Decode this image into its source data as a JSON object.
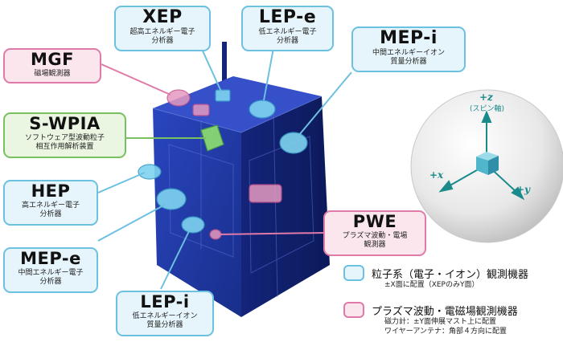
{
  "instruments": {
    "xep": {
      "title": "XEP",
      "line1": "超高エネルギー電子",
      "line2": "分析器"
    },
    "lepe": {
      "title": "LEP-e",
      "line1": "低エネルギー電子",
      "line2": "分析器"
    },
    "mepi": {
      "title": "MEP-i",
      "line1": "中間エネルギーイオン",
      "line2": "質量分析器"
    },
    "mgf": {
      "title": "MGF",
      "line1": "磁場観測器"
    },
    "swpia": {
      "title": "S-WPIA",
      "line1": "ソフトウェア型波動粒子",
      "line2": "相互作用解析装置"
    },
    "hep": {
      "title": "HEP",
      "line1": "高エネルギー電子",
      "line2": "分析器"
    },
    "mepe": {
      "title": "MEP-e",
      "line1": "中間エネルギー電子",
      "line2": "分析器"
    },
    "lepi": {
      "title": "LEP-i",
      "line1": "低エネルギーイオン",
      "line2": "質量分析器"
    },
    "pwe": {
      "title": "PWE",
      "line1": "プラズマ波動・電場",
      "line2": "観測器"
    }
  },
  "axes": {
    "z": "+z",
    "z_note": "(スピン軸)",
    "x": "+x",
    "y": "+y"
  },
  "legend": {
    "particle": {
      "title": "粒子系（電子・イオン）観測機器",
      "note1": "±X面に配置（XEPのみY面）"
    },
    "wave": {
      "title": "プラズマ波動・電磁場観測機器",
      "note1": "磁力計：±Y面伸展マスト上に配置",
      "note2": "ワイヤーアンテナ：角部４方向に配置"
    }
  },
  "colors": {
    "particle": "#6cc0e0",
    "wave": "#e07aa8",
    "swpia": "#78c060",
    "spacecraft": "#1f3fa8",
    "axis": "#1a8a8a"
  }
}
